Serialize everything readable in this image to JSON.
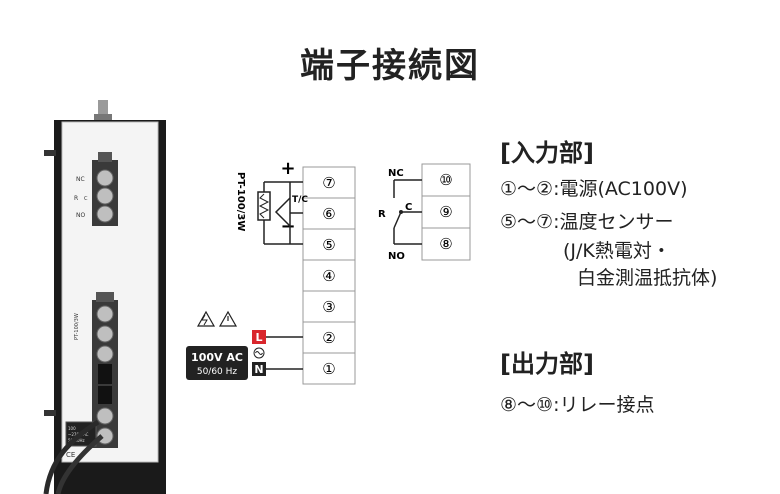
{
  "title": "端子接続図",
  "input_section": {
    "heading": "[入力部]",
    "line1": "①～②:電源(AC100V)",
    "line2": "⑤～⑦:温度センサー",
    "line3": "(J/K熱電対・",
    "line4": "白金測温抵抗体)"
  },
  "output_section": {
    "heading": "[出力部]",
    "line1": "⑧～⑩:リレー接点"
  },
  "terminals_main": [
    "⑦",
    "⑥",
    "⑤",
    "④",
    "③",
    "②",
    "①"
  ],
  "terminals_relay": [
    "⑩",
    "⑨",
    "⑧"
  ],
  "sensor": {
    "plus": "+",
    "minus": "−",
    "tc": "T/C",
    "rtd": "PT-100/3W"
  },
  "relay": {
    "nc": "NC",
    "c": "C",
    "r": "R",
    "no": "NO"
  },
  "power": {
    "voltage": "100V AC",
    "freq": "50/60 Hz",
    "l": "L",
    "n": "N"
  },
  "device": {
    "nc": "NC",
    "r": "R",
    "c": "C",
    "no": "NO",
    "rtd": "PT-100/3W",
    "label1": "100",
    "label2": "~270V AC",
    "label3": "50/60Hz",
    "ce": "CE"
  }
}
